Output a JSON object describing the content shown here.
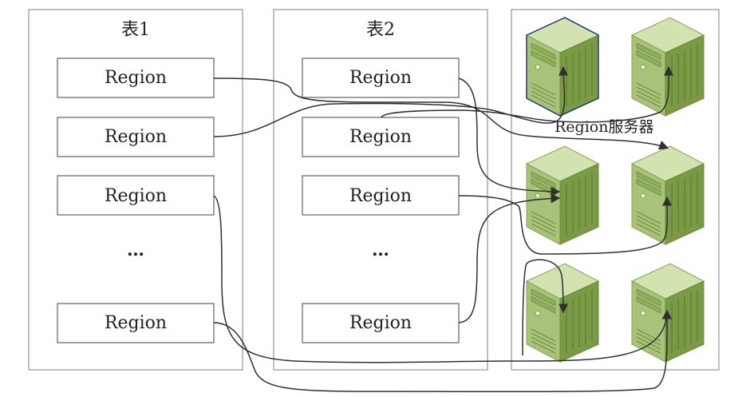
{
  "tables": [
    {
      "title": "表1",
      "regions": [
        "Region",
        "Region",
        "Region",
        "Region"
      ],
      "ellipsis": "…"
    },
    {
      "title": "表2",
      "regions": [
        "Region",
        "Region",
        "Region",
        "Region"
      ],
      "ellipsis": "…"
    }
  ],
  "servers": {
    "label": "Region服务器",
    "count": 6
  },
  "colors": {
    "server_front": "#a9c27a",
    "server_top": "#d2e3b0",
    "server_side": "#7a9a45",
    "server_highlight_outline": "#1f3b73",
    "line": "#303030"
  },
  "icons": [
    "server-icon"
  ]
}
